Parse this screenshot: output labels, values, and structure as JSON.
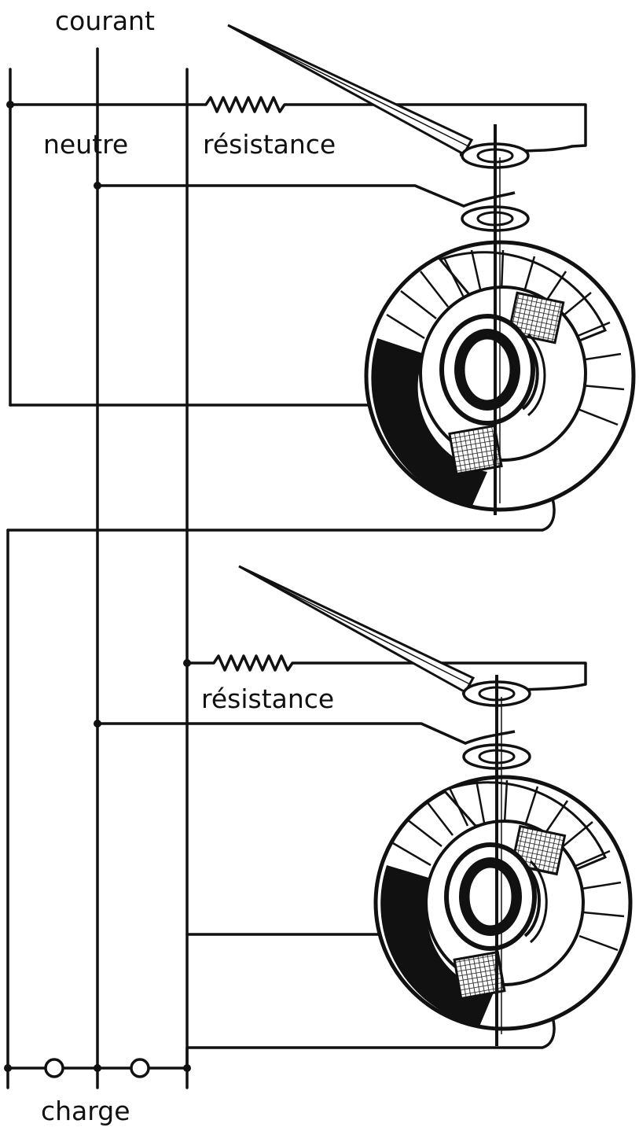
{
  "labels": {
    "current": "courant",
    "neutral": "neutre",
    "resistance_top": "résistance",
    "resistance_bottom": "résistance",
    "load": "charge"
  },
  "colors": {
    "ink": "#111111",
    "paper": "#ffffff"
  }
}
